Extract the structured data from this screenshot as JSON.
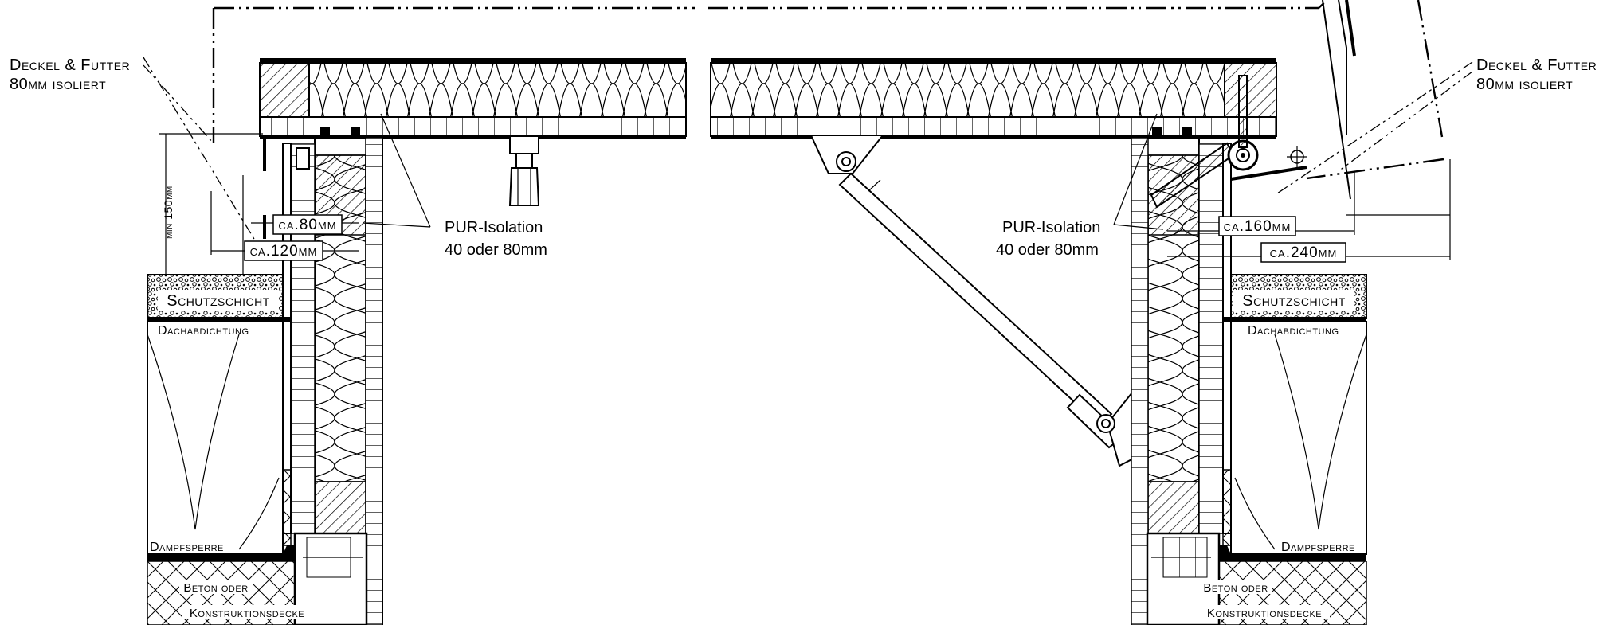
{
  "labels": {
    "lid_left_line1": "Deckel & Futter",
    "lid_left_line2": "80mm isoliert",
    "lid_right_line1": "Deckel & Futter",
    "lid_right_line2": "80mm isoliert",
    "pur_left_line1": "PUR-Isolation",
    "pur_left_line2": "40 oder 80mm",
    "pur_right_line1": "PUR-Isolation",
    "pur_right_line2": "40 oder 80mm",
    "min_height": "min 150mm",
    "schutz_left": "Schutzschicht",
    "schutz_right": "Schutzschicht",
    "dach_left": "Dachabdichtung",
    "dach_right": "Dachabdichtung",
    "dampf_left": "Dampfsperre",
    "dampf_right": "Dampfsperre",
    "beton_left_line1": "Beton oder",
    "beton_left_line2": "Konstruktionsdecke",
    "beton_right_line1": "Beton oder",
    "beton_right_line2": "Konstruktionsdecke"
  },
  "dimensions": {
    "ca80": "ca.80mm",
    "ca120": "ca.120mm",
    "ca160": "ca.160mm",
    "ca240": "ca.240mm"
  }
}
